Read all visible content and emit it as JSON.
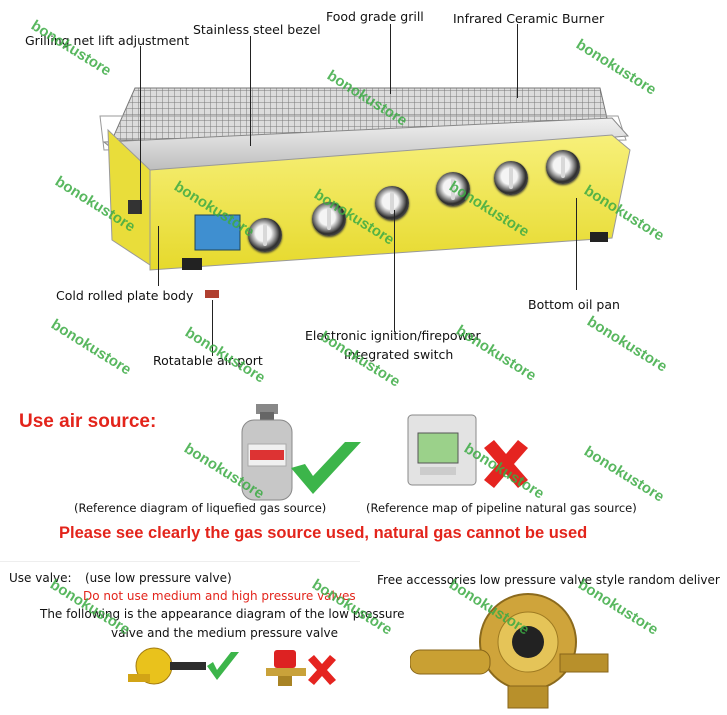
{
  "watermark": "bonokustore",
  "callouts": {
    "grilling_net": "Grilling net lift adjustment",
    "bezel": "Stainless steel bezel",
    "grill": "Food grade grill",
    "burner": "Infrared Ceramic Burner",
    "plate_body": "Cold rolled plate body",
    "oil_pan": "Bottom oil pan",
    "air_port": "Rotatable air port",
    "ignition_line1": "Electronic ignition/firepower",
    "ignition_line2": "Integrated switch"
  },
  "air_source": {
    "title": "Use air source:",
    "lpg_caption": "(Reference diagram of liquefied gas source)",
    "natural_caption": "(Reference map of pipeline natural gas source)",
    "warning": "Please see clearly the gas source used, natural gas cannot be used"
  },
  "valve": {
    "use_label": "Use valve:",
    "use_note": "(use low pressure valve)",
    "do_not": "Do not use medium and high pressure valves",
    "desc_line1": "The following is the appearance diagram of the low pressure",
    "desc_line2": "valve and the medium pressure valve",
    "accessories": "Free accessories low pressure valve style random deliver"
  },
  "colors": {
    "body_yellow": "#f2e94a",
    "warning_red": "#e3241b",
    "check_green": "#3cb54a",
    "cross_red": "#e52420",
    "watermark_green": "#3cab44"
  }
}
